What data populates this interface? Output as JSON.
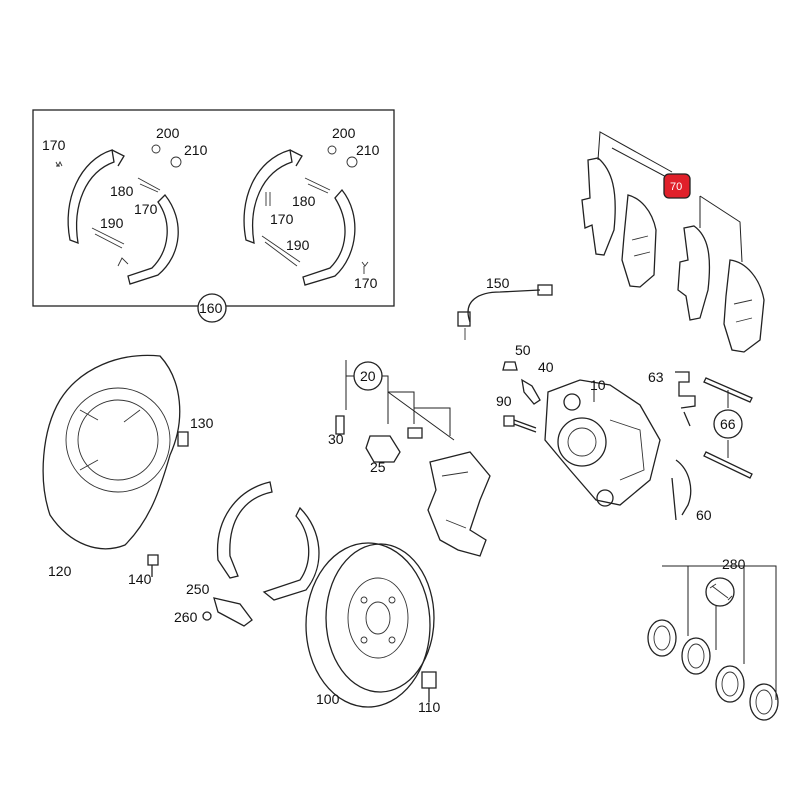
{
  "callouts": {
    "c170": "170",
    "c200": "200",
    "c210": "210",
    "c180": "180",
    "c190": "190",
    "c160": "160",
    "c150": "150",
    "c70": "70",
    "c50": "50",
    "c40": "40",
    "c10": "10",
    "c90": "90",
    "c63": "63",
    "c66": "66",
    "c60": "60",
    "c20": "20",
    "c30": "30",
    "c25": "25",
    "c130": "130",
    "c120": "120",
    "c140": "140",
    "c250": "250",
    "c260": "260",
    "c280": "280",
    "c100": "100",
    "c110": "110"
  },
  "colors": {
    "highlight": "#e0202a",
    "line": "#222222"
  }
}
